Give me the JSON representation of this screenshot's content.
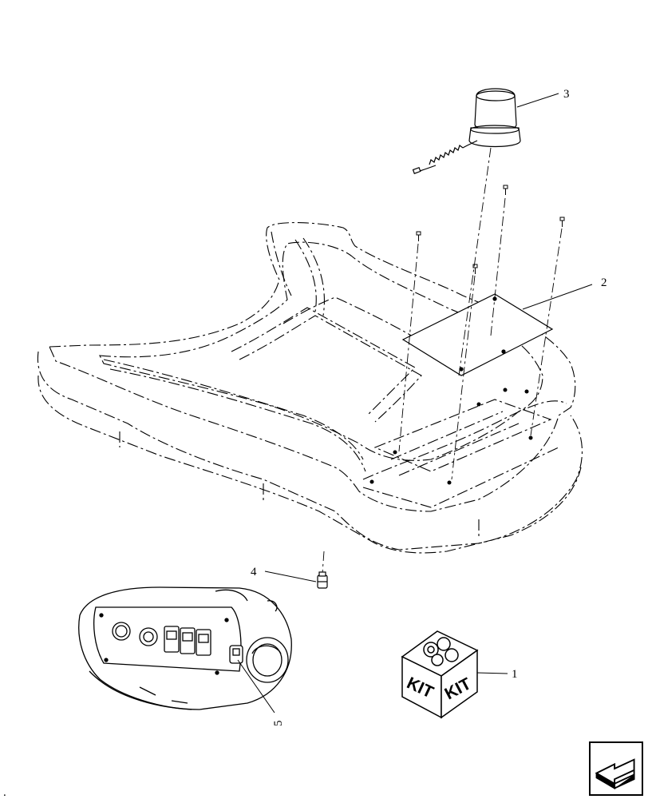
{
  "diagram": {
    "callouts": [
      {
        "id": "kit",
        "label": "1"
      },
      {
        "id": "plate",
        "label": "2"
      },
      {
        "id": "beacon",
        "label": "3"
      },
      {
        "id": "connector",
        "label": "4"
      },
      {
        "id": "switch-panel",
        "label": "5"
      }
    ],
    "kit_box": {
      "face_left": "KIT",
      "face_right": "KIT"
    },
    "corner_mark": "."
  },
  "navigation": {
    "icon": "back-arrow-icon"
  },
  "colors": {
    "line": "#000000",
    "background": "#ffffff"
  }
}
